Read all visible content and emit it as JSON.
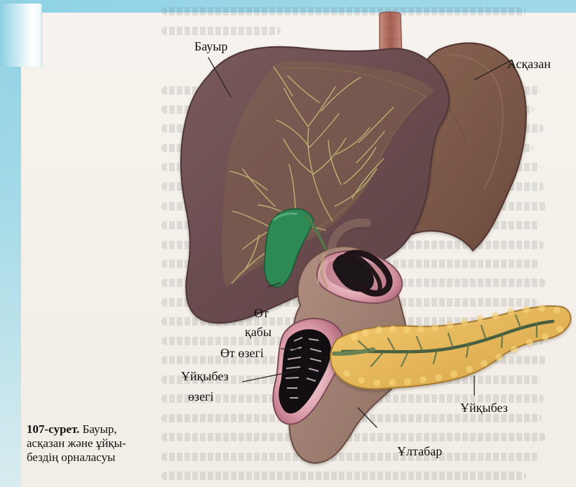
{
  "labels": {
    "liver": "Бауыр",
    "stomach": "Асқазан",
    "gallbladder_1": "Өт",
    "gallbladder_2": "қабы",
    "bile_duct": "Өт өзегі",
    "pancreatic_duct_1": "Ұйқыбез",
    "pancreatic_duct_2": "өзегі",
    "pancreas": "Ұйқыбез",
    "duodenum": "Ұлтабар"
  },
  "caption": {
    "number": "107-сурет.",
    "line_1": "Бауыр,",
    "line_2": "асқазан және ұйқы-",
    "line_3": "бездің орналасуы"
  }
}
